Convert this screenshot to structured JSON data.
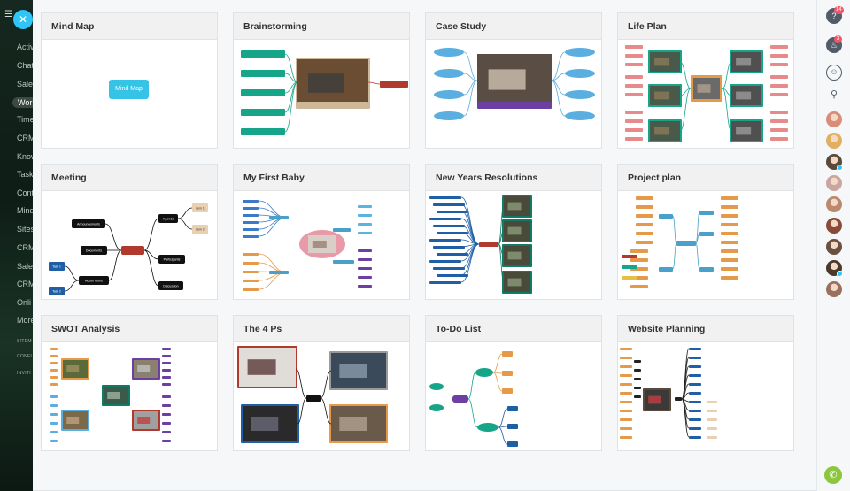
{
  "sidebar": {
    "close_symbol": "✕",
    "menu_symbol": "☰",
    "items": [
      {
        "label": "Activ",
        "active": false
      },
      {
        "label": "Chat",
        "active": false
      },
      {
        "label": "Sales",
        "active": false
      },
      {
        "label": "Wor",
        "active": true
      },
      {
        "label": "Time",
        "active": false
      },
      {
        "label": "CRM",
        "active": false
      },
      {
        "label": "Know",
        "active": false
      },
      {
        "label": "Task",
        "active": false
      },
      {
        "label": "Cont",
        "active": false
      },
      {
        "label": "Mind",
        "active": false
      },
      {
        "label": "Sites",
        "active": false
      },
      {
        "label": "CRM",
        "active": false
      },
      {
        "label": "Sales",
        "active": false
      },
      {
        "label": "CRM",
        "active": false
      },
      {
        "label": "Onli",
        "active": false
      },
      {
        "label": "More",
        "active": false
      }
    ],
    "footer_items": [
      "SITEM",
      "CONFI",
      "INVITI"
    ]
  },
  "templates": [
    {
      "title": "Mind Map",
      "preview": "mindmap",
      "node_label": "Mind Map"
    },
    {
      "title": "Brainstorming",
      "preview": "brainstorm"
    },
    {
      "title": "Case Study",
      "preview": "casestudy"
    },
    {
      "title": "Life Plan",
      "preview": "lifeplan"
    },
    {
      "title": "Meeting",
      "preview": "meeting",
      "nodes": [
        "Announcements",
        "Documents",
        "Meeting",
        "Agenda",
        "Item 1",
        "Item 2",
        "Participants",
        "Discussion",
        "Action Items",
        "Task 1",
        "Task 2"
      ]
    },
    {
      "title": "My First Baby",
      "preview": "baby"
    },
    {
      "title": "New Years Resolutions",
      "preview": "resolutions"
    },
    {
      "title": "Project plan",
      "preview": "project"
    },
    {
      "title": "SWOT Analysis",
      "preview": "swot"
    },
    {
      "title": "The 4 Ps",
      "preview": "fourps"
    },
    {
      "title": "To-Do List",
      "preview": "todo"
    },
    {
      "title": "Website Planning",
      "preview": "website"
    }
  ],
  "rightbar": {
    "help_badge": "14",
    "notify_badge": "3",
    "help_symbol": "?",
    "search_symbol": "⚲",
    "call_symbol": "✆"
  },
  "colors": {
    "accent": "#2fc6f6",
    "mindmap_node": "#35c3e6",
    "green_node": "#17a589",
    "red_node": "#b03a2e",
    "navy_node": "#1f5fa6",
    "orange_node": "#e59a4a",
    "purple_node": "#6c3fa3"
  }
}
